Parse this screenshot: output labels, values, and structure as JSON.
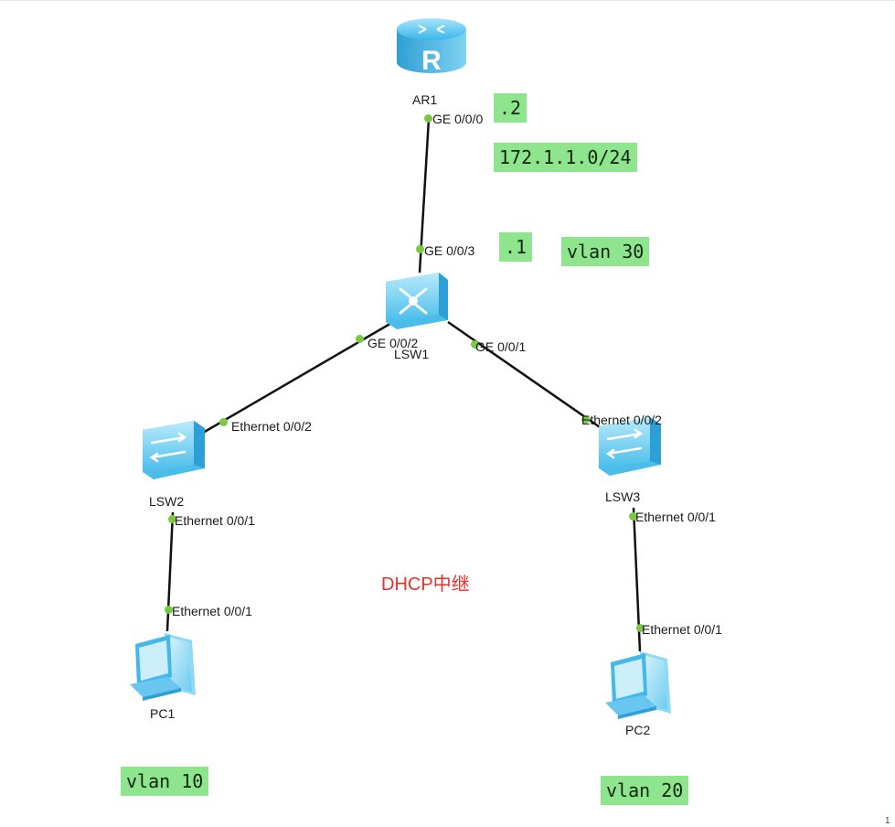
{
  "devices": {
    "ar1": "AR1",
    "lsw1": "LSW1",
    "lsw2": "LSW2",
    "lsw3": "LSW3",
    "pc1": "PC1",
    "pc2": "PC2"
  },
  "ports": {
    "ar1_ge000": "GE 0/0/0",
    "lsw1_ge003": "GE 0/0/3",
    "lsw1_ge002": "GE 0/0/2",
    "lsw1_ge001": "GE 0/0/1",
    "lsw2_eth002": "Ethernet 0/0/2",
    "lsw2_eth001": "Ethernet 0/0/1",
    "pc1_eth001": "Ethernet 0/0/1",
    "lsw3_eth002": "Ethernet 0/0/2",
    "lsw3_eth001": "Ethernet 0/0/1",
    "pc2_eth001": "Ethernet 0/0/1"
  },
  "annotations": {
    "ar1_ip": ".2",
    "subnet": "172.1.1.0/24",
    "lsw1_ip": ".1",
    "vlan30": "vlan 30",
    "vlan10": "vlan 10",
    "vlan20": "vlan 20",
    "center": "DHCP中继",
    "edge_mark": "1"
  },
  "colors": {
    "annotation_bg": "#8ee58e",
    "port_dot": "#7ac943",
    "center_text": "#e8302a",
    "device_fill": "#5ac8f0"
  }
}
